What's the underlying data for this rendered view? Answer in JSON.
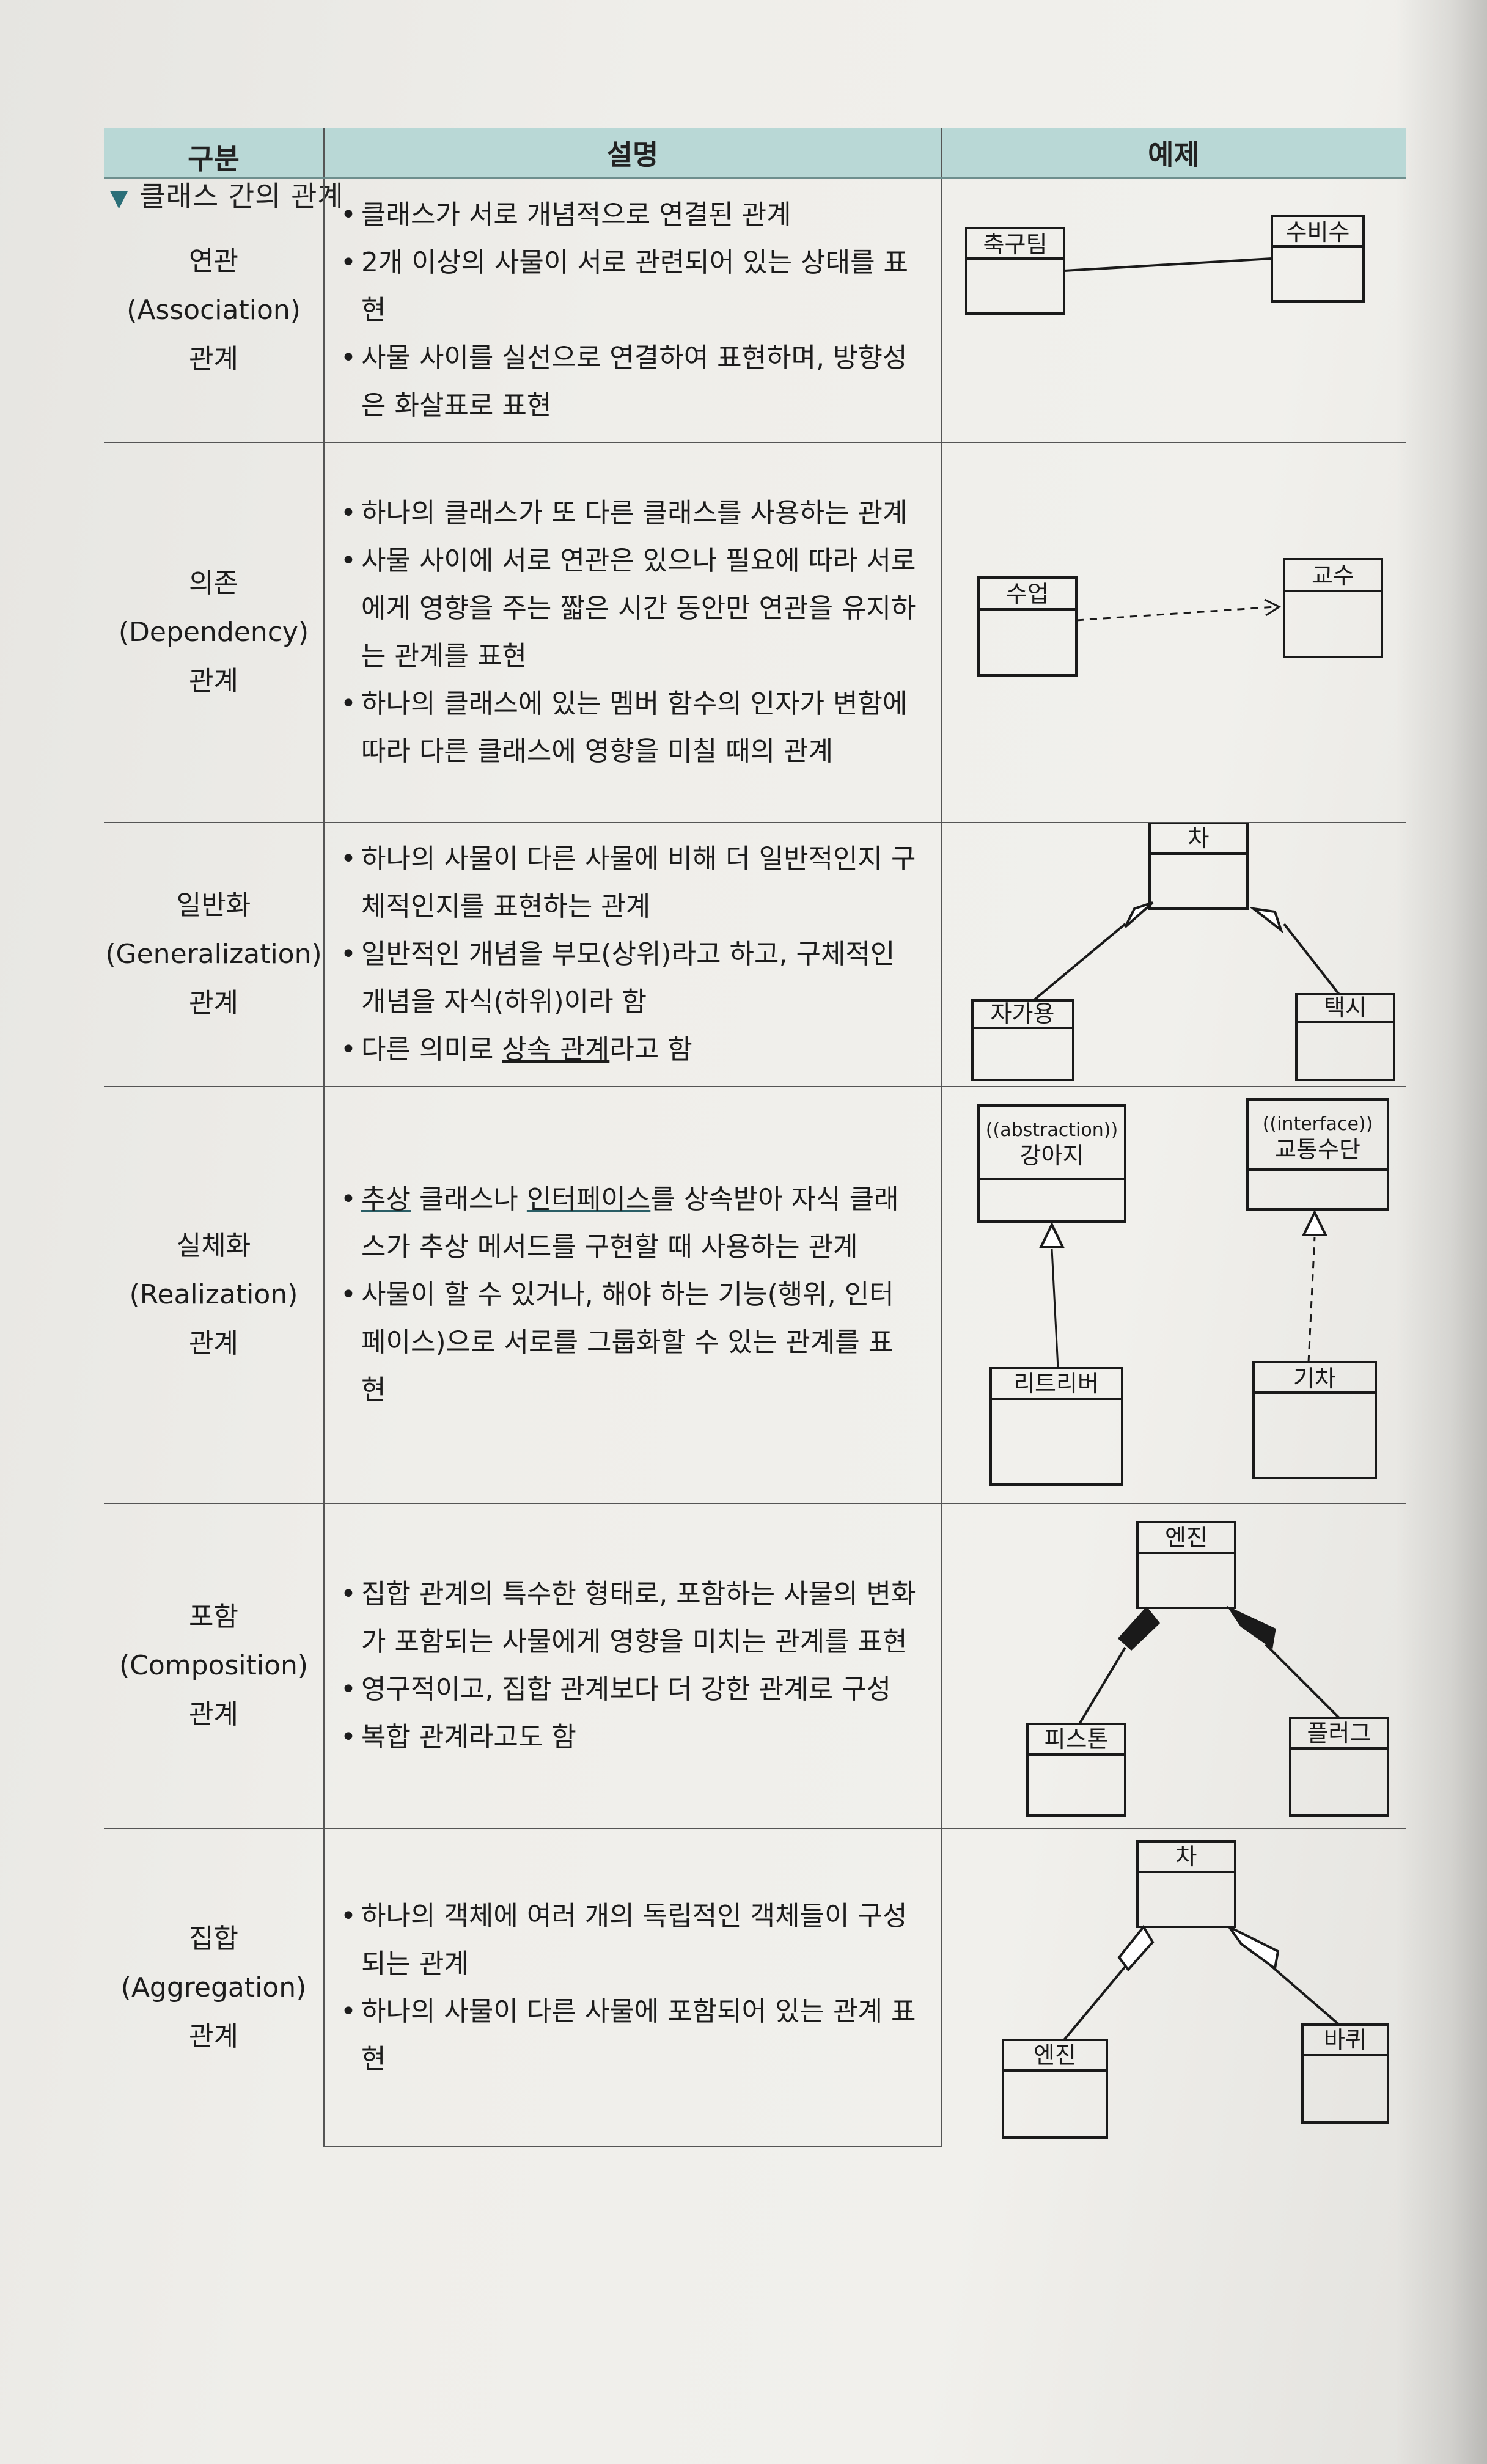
{
  "section_title": "클래스 간의 관계",
  "headers": {
    "category": "구분",
    "description": "설명",
    "example": "예제"
  },
  "rows": [
    {
      "cat": [
        "연관",
        "(Association)",
        "관계"
      ],
      "desc": [
        "클래스가 서로 개념적으로 연결된 관계",
        "2개 이상의 사물이 서로 관련되어 있는 상태를 표현",
        "사물 사이를 실선으로 연결하여 표현하며, 방향성은 화살표로 표현"
      ],
      "ex": [
        "축구팀",
        "수비수"
      ]
    },
    {
      "cat": [
        "의존",
        "(Dependency)",
        "관계"
      ],
      "desc": [
        "하나의 클래스가 또 다른 클래스를 사용하는 관계",
        "사물 사이에 서로 연관은 있으나 필요에 따라 서로에게 영향을 주는 짧은 시간 동안만 연관을 유지하는 관계를 표현",
        "하나의 클래스에 있는 멤버 함수의 인자가 변함에 따라 다른 클래스에 영향을 미칠 때의 관계"
      ],
      "ex": [
        "수업",
        "교수"
      ]
    },
    {
      "cat": [
        "일반화",
        "(Generalization)",
        "관계"
      ],
      "desc": [
        "하나의 사물이 다른 사물에 비해 더 일반적인지 구체적인지를 표현하는 관계",
        "일반적인 개념을 부모(상위)라고 하고, 구체적인 개념을 자식(하위)이라 함",
        "다른 의미로 상속 관계라고 함"
      ],
      "ex": [
        "차",
        "자가용",
        "택시"
      ]
    },
    {
      "cat": [
        "실체화",
        "(Realization)",
        "관계"
      ],
      "desc": [
        "추상 클래스나 인터페이스를 상속받아 자식 클래스가 추상 메서드를 구현할 때 사용하는 관계",
        "사물이 할 수 있거나, 해야 하는 기능(행위, 인터페이스)으로 서로를 그룹화할 수 있는 관계를 표현"
      ],
      "ex": [
        "((abstraction))",
        "강아지",
        "((interface))",
        "교통수단",
        "리트리버",
        "기차"
      ]
    },
    {
      "cat": [
        "포함",
        "(Composition)",
        "관계"
      ],
      "desc": [
        "집합 관계의 특수한 형태로, 포함하는 사물의 변화가 포함되는 사물에게 영향을 미치는 관계를 표현",
        "영구적이고, 집합 관계보다 더 강한 관계로 구성",
        "복합 관계라고도 함"
      ],
      "ex": [
        "엔진",
        "피스톤",
        "플러그"
      ]
    },
    {
      "cat": [
        "집합",
        "(Aggregation)",
        "관계"
      ],
      "desc": [
        "하나의 객체에 여러 개의 독립적인 객체들이 구성되는 관계",
        "하나의 사물이 다른 사물에 포함되어 있는 관계 표현"
      ],
      "ex": [
        "차",
        "엔진",
        "바퀴"
      ]
    }
  ]
}
